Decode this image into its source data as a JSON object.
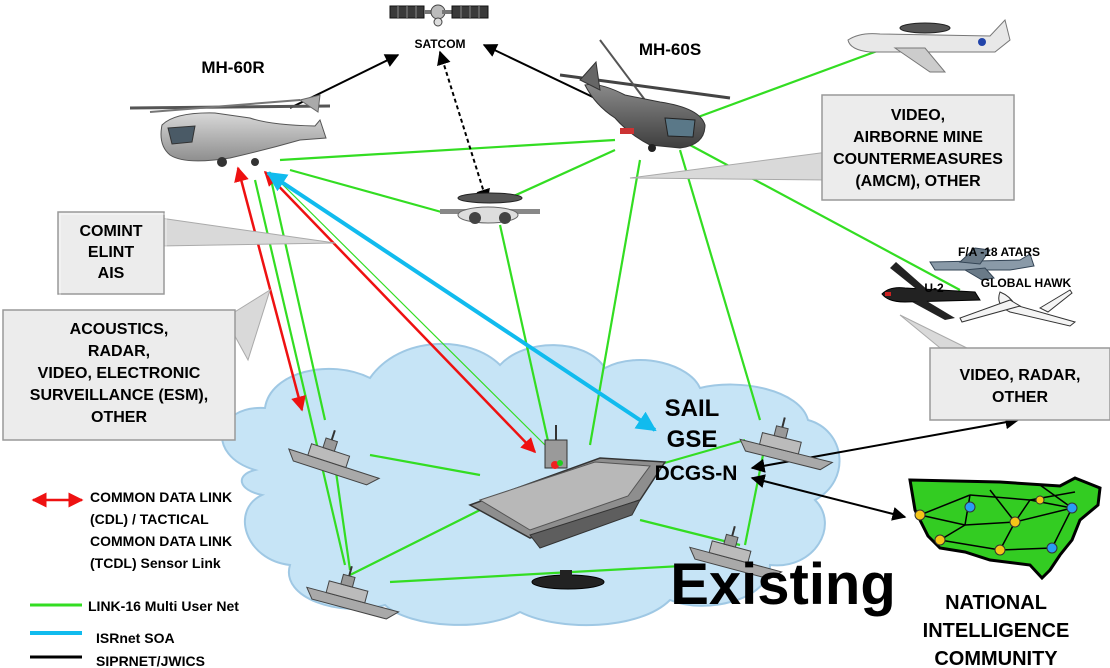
{
  "colors": {
    "cdl": "#ee1111",
    "link16": "#33dd22",
    "isrnet": "#11bbee",
    "siprnet": "#000000",
    "cloud": "#c6e4f6",
    "callout": "#ececec",
    "satcom_text": "#0a7a0a",
    "usmap": "#33cc22"
  },
  "platforms": {
    "satcom": "SATCOM",
    "mh60r": "MH-60R",
    "mh60s": "MH-60S",
    "fa18": "F/A -18 ATARS",
    "u2": "U-2",
    "global_hawk": "GLOBAL HAWK"
  },
  "callouts": {
    "comint": [
      "COMINT",
      "ELINT",
      "AIS"
    ],
    "acoustics": [
      "ACOUSTICS,",
      "RADAR,",
      "VIDEO, ELECTRONIC",
      "SURVEILLANCE (ESM),",
      "OTHER"
    ],
    "video_amcm": [
      "VIDEO,",
      "AIRBORNE MINE",
      "COUNTERMEASURES",
      "(AMCM), OTHER"
    ],
    "video_radar": [
      "VIDEO, RADAR,",
      "OTHER"
    ]
  },
  "systems": {
    "sail": "SAIL",
    "gse": "GSE",
    "dcgs": "DCGS-N"
  },
  "title": "Existing",
  "nic": [
    "NATIONAL",
    "INTELLIGENCE",
    "COMMUNITY"
  ],
  "legend": {
    "cdl": [
      "COMMON DATA LINK",
      "(CDL) / TACTICAL",
      "COMMON DATA LINK",
      "(TCDL) Sensor Link"
    ],
    "link16": "LINK-16 Multi User Net",
    "isrnet": "ISRnet SOA",
    "siprnet": "SIPRNET/JWICS"
  }
}
